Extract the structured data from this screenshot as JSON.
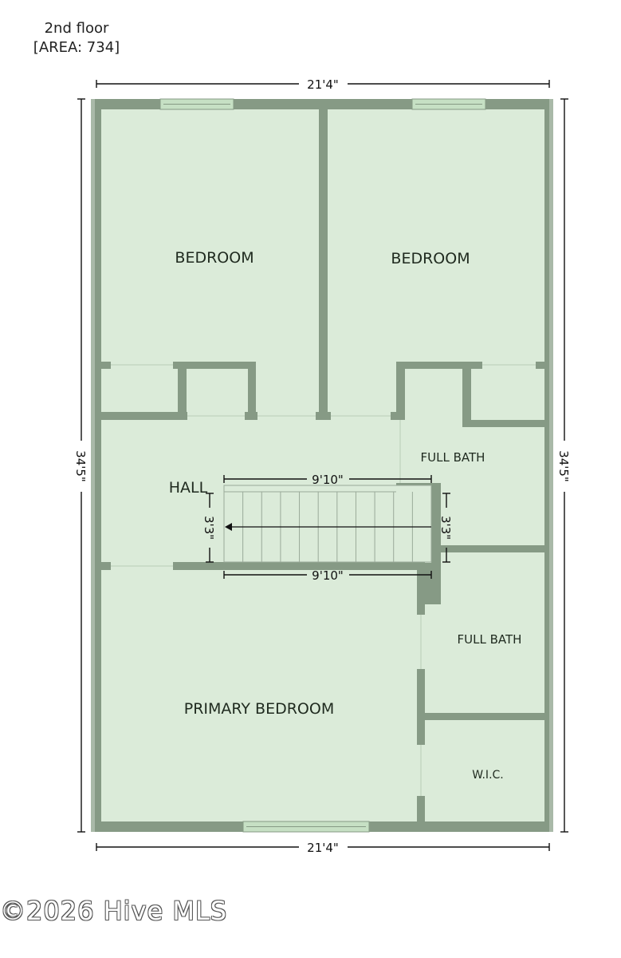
{
  "header": {
    "floor": "2nd floor",
    "area": "[AREA: 734]"
  },
  "dimensions": {
    "width_top": "21'4\"",
    "width_bottom": "21'4\"",
    "height_left": "34'5\"",
    "height_right": "34'5\"",
    "stair_top": "9'10\"",
    "stair_bottom": "9'10\"",
    "stair_left": "3'3\"",
    "stair_right": "3'3\""
  },
  "rooms": {
    "bedroom_left": "BEDROOM",
    "bedroom_right": "BEDROOM",
    "hall": "HALL",
    "full_bath_upper": "FULL BATH",
    "full_bath_lower": "FULL BATH",
    "primary_bedroom": "PRIMARY BEDROOM",
    "wic": "W.I.C."
  },
  "colors": {
    "wall": "#869a85",
    "floor": "#dbebd9",
    "window": "#c6e0c4"
  },
  "watermark": "©2026 Hive MLS"
}
